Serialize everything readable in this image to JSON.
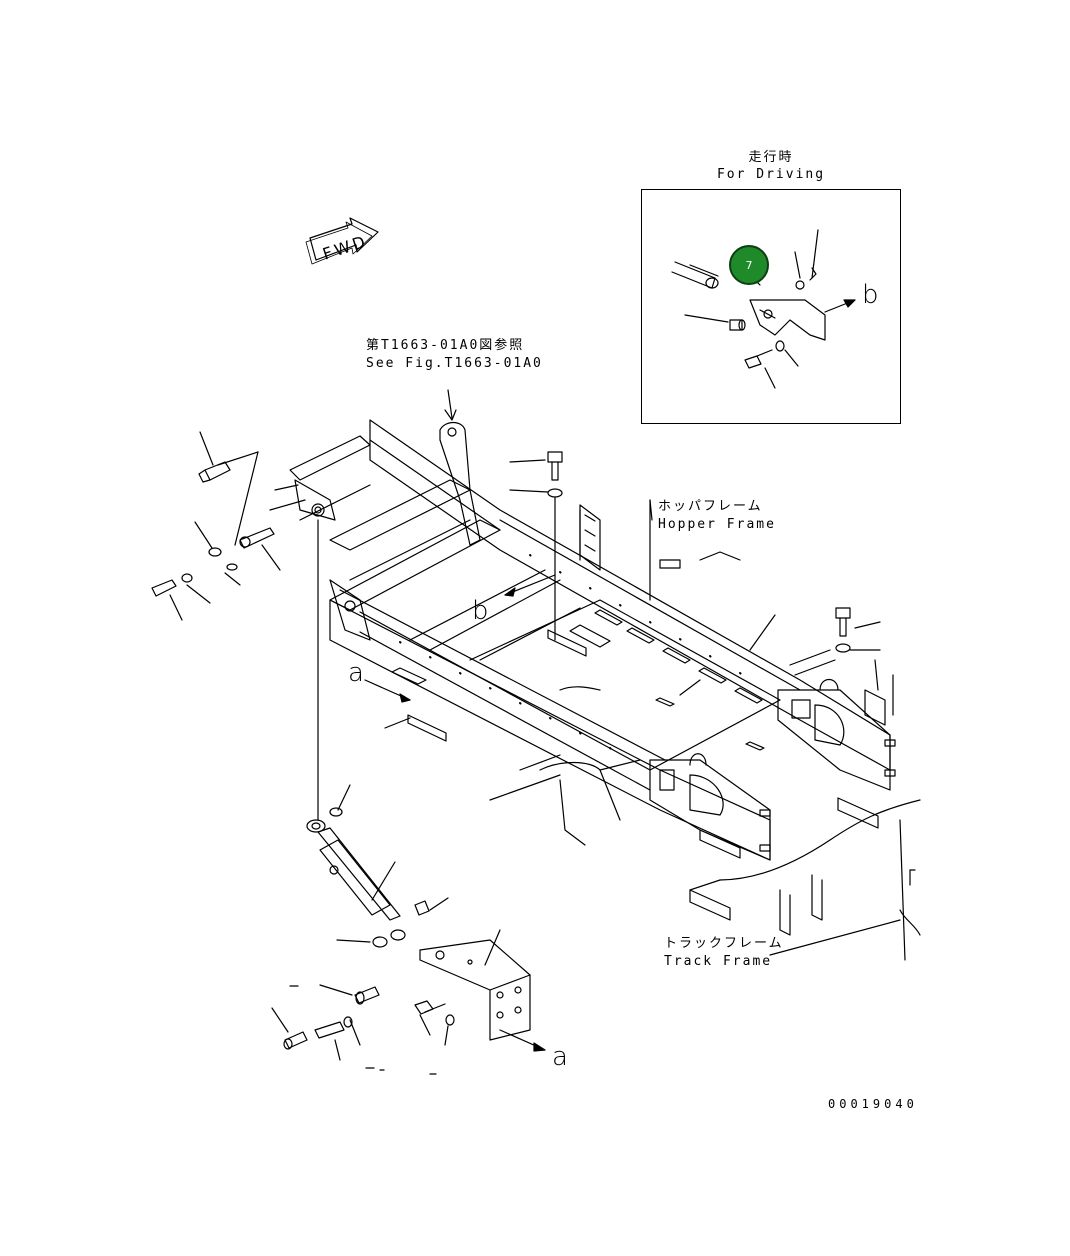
{
  "inset": {
    "title_jp": "走行時",
    "title_en": "For Driving",
    "callout_number": "7",
    "callout_color": "#1e8a2a",
    "letter": "b"
  },
  "fwd_label": "FWD",
  "reference": {
    "jp": "第T1663-01A0図参照",
    "en": "See Fig.T1663-01A0"
  },
  "hopper_frame": {
    "jp": "ホッパフレーム",
    "en": "Hopper Frame"
  },
  "track_frame": {
    "jp": "トラックフレーム",
    "en": "Track Frame"
  },
  "letters": {
    "a_upper": "a",
    "a_lower": "a",
    "b_main": "b"
  },
  "drawing_code": "00019040"
}
